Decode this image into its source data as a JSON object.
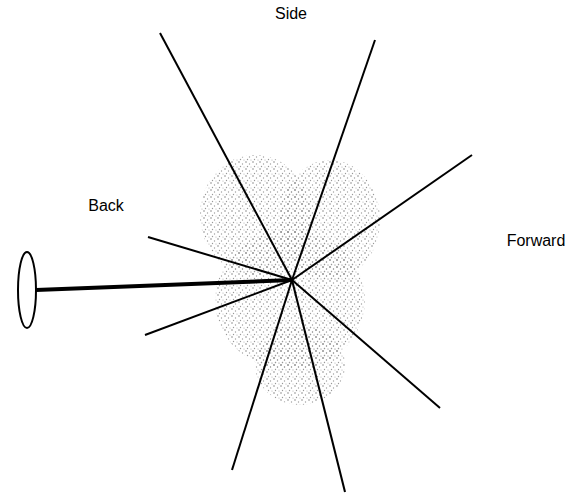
{
  "diagram": {
    "labels": [
      "Side",
      "Back",
      "Forward"
    ]
  }
}
